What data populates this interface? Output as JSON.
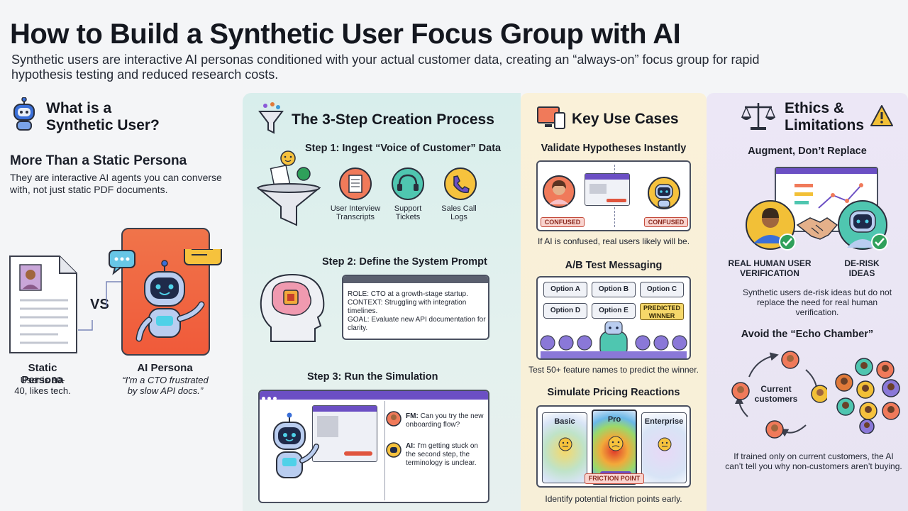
{
  "title": "How to Build a Synthetic User Focus Group with AI",
  "subtitle": "Synthetic users are interactive AI personas conditioned with your actual customer data, creating an “always-on” focus group for rapid hypothesis testing and reduced research costs.",
  "section1": {
    "heading_line1": "What is a",
    "heading_line2": "Synthetic User?",
    "subheading": "More Than a Static Persona",
    "description": "They are interactive AI agents you can converse with, not just static PDF documents.",
    "vs": "VS",
    "static_label": "Static Persona",
    "static_desc": "User is 30-40, likes tech.",
    "ai_label": "AI Persona",
    "ai_desc": "“I'm a CTO frustrated by slow API docs.”"
  },
  "section2": {
    "heading": "The 3-Step Creation Process",
    "step1": {
      "title": "Step 1: Ingest “Voice of Customer” Data",
      "sources": [
        "User Interview Transcripts",
        "Support Tickets",
        "Sales Call Logs"
      ]
    },
    "step2": {
      "title": "Step 2: Define the System Prompt",
      "prompt_lines": [
        "ROLE: CTO at a growth-stage startup.",
        "CONTEXT: Struggling with integration timelines.",
        "GOAL: Evaluate new API documentation for clarity."
      ]
    },
    "step3": {
      "title": "Step 3: Run the Simulation",
      "fm_label": "FM:",
      "fm_text": "Can you try the new onboarding flow?",
      "ai_label": "AI:",
      "ai_text": "I'm getting stuck on the second step, the terminology is unclear."
    }
  },
  "section3": {
    "heading": "Key Use Cases",
    "case1": {
      "title": "Validate Hypotheses Instantly",
      "tag_left": "CONFUSED",
      "tag_right": "CONFUSED",
      "caption": "If AI is confused, real users likely will be."
    },
    "case2": {
      "title": "A/B Test Messaging",
      "options": [
        "Option A",
        "Option B",
        "Option C",
        "Option D",
        "Option E"
      ],
      "winner": "PREDICTED WINNER",
      "caption": "Test 50+ feature names to predict the winner."
    },
    "case3": {
      "title": "Simulate Pricing Reactions",
      "tiers": [
        "Basic",
        "Pro",
        "Enterprise"
      ],
      "friction": "FRICTION POINT",
      "caption": "Identify potential friction points early."
    }
  },
  "section4": {
    "heading_line1": "Ethics &",
    "heading_line2": "Limitations",
    "sub1": "Augment, Don’t Replace",
    "real_label": "REAL HUMAN USER VERIFICATION",
    "derisk_label": "DE-RISK IDEAS",
    "caption1": "Synthetic users de-risk ideas but do not replace the need for real human verification.",
    "sub2": "Avoid the “Echo Chamber”",
    "current_label": "Current customers",
    "caption2": "If trained only on current customers, the AI can’t tell you why non-customers aren’t buying."
  },
  "colors": {
    "accent_purple": "#6b4fc4",
    "ai_orange": "#f06a3c",
    "robot_blue": "#3a6fd8",
    "check_green": "#2fa05a",
    "warn_yellow": "#f2c037"
  },
  "icons": [
    "robot-icon",
    "funnel-icon",
    "devices-icon",
    "scales-icon",
    "warning-icon",
    "document-icon",
    "headset-icon",
    "phone-icon",
    "brain-icon",
    "handshake-icon",
    "check-icon"
  ]
}
